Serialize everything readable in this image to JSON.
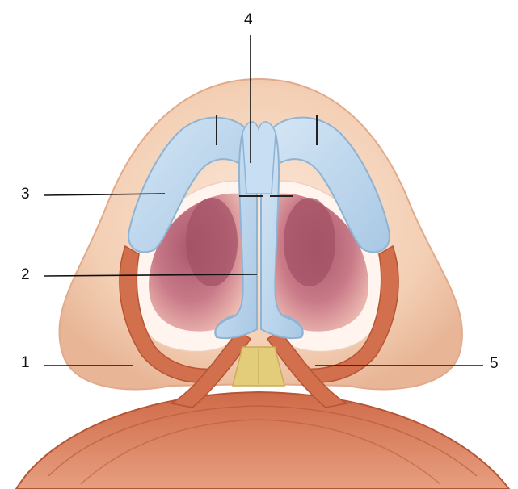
{
  "labels": {
    "l1": "1",
    "l2": "2",
    "l3": "3",
    "l4": "4",
    "l5": "5"
  },
  "colors": {
    "skin": "#f3cfb4",
    "skin_edge": "#e5b08e",
    "muscle": "#d2704e",
    "muscle_dark": "#b65535",
    "cartilage": "#bcd7ee",
    "cartilage_edge": "#8fb3d3",
    "cavity": "#c4707e",
    "fat": "#e3cc7a",
    "leader": "#111111"
  }
}
